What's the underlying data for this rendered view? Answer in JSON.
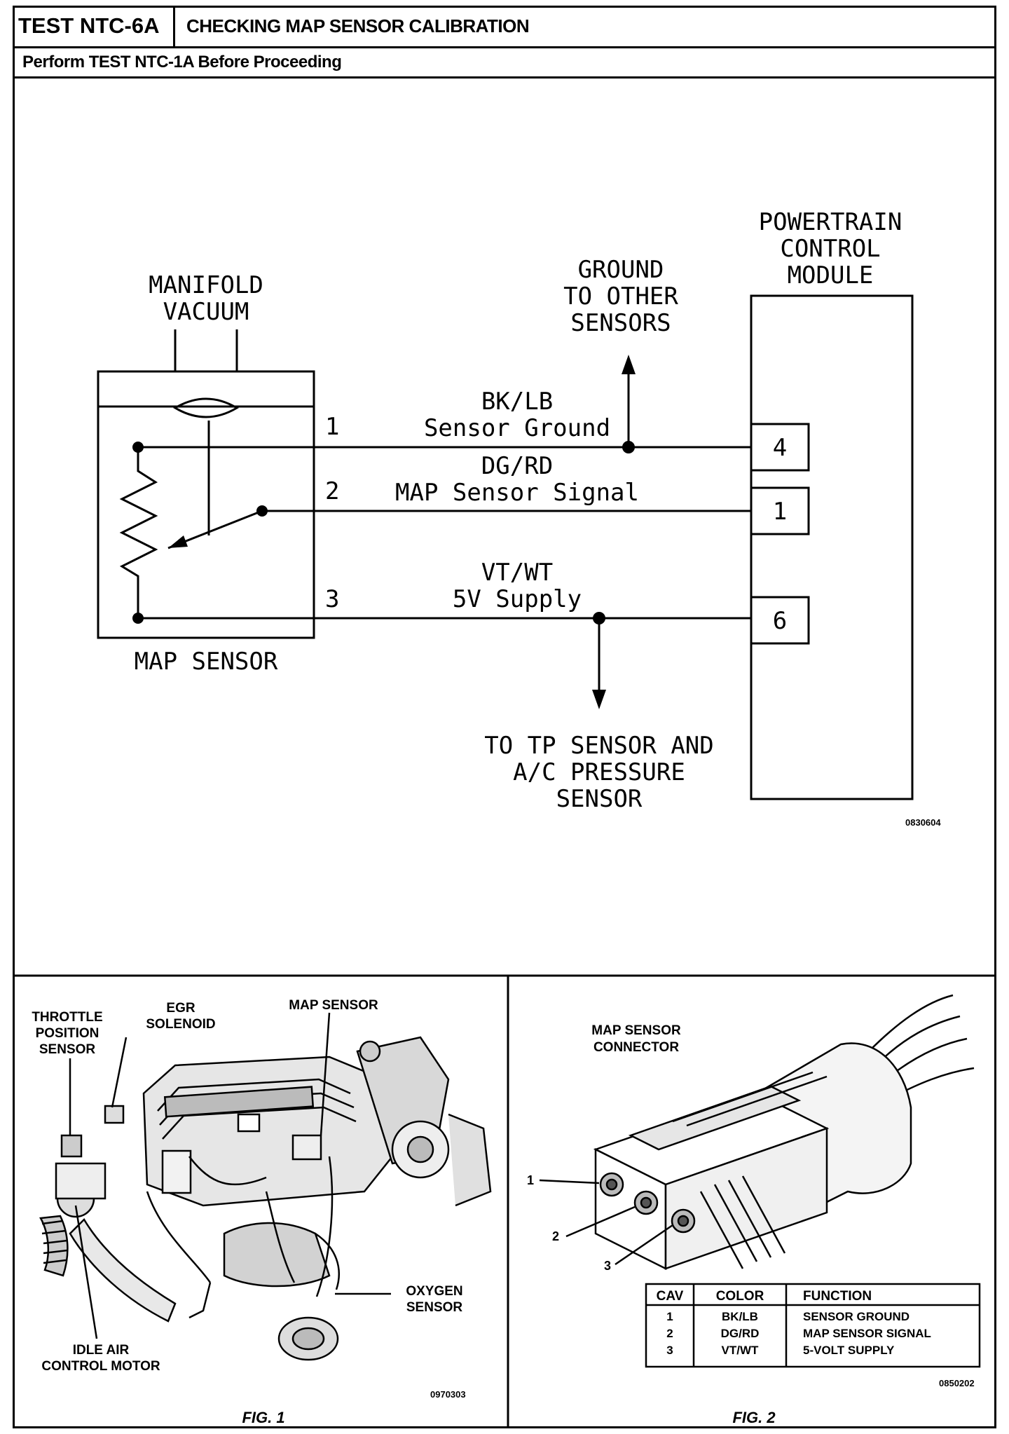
{
  "header": {
    "test_id": "TEST NTC-6A",
    "title": "CHECKING MAP SENSOR CALIBRATION",
    "prerequisite": "Perform TEST NTC-1A Before Proceeding"
  },
  "wiring_diagram": {
    "manifold_label": [
      "MANIFOLD",
      "VACUUM"
    ],
    "map_sensor_label": "MAP SENSOR",
    "module_label": [
      "POWERTRAIN",
      "CONTROL",
      "MODULE"
    ],
    "ground_label": [
      "GROUND",
      "TO OTHER",
      "SENSORS"
    ],
    "tp_label": [
      "TO TP SENSOR AND",
      "A/C PRESSURE",
      "SENSOR"
    ],
    "circuits": [
      {
        "sensor_pin": "1",
        "color_code": "BK/LB",
        "name": "Sensor Ground",
        "pcm_pin": "4"
      },
      {
        "sensor_pin": "2",
        "color_code": "DG/RD",
        "name": "MAP Sensor Signal",
        "pcm_pin": "1"
      },
      {
        "sensor_pin": "3",
        "color_code": "VT/WT",
        "name": "5V Supply",
        "pcm_pin": "6"
      }
    ],
    "figure_code": "0830604"
  },
  "fig1": {
    "caption": "FIG. 1",
    "figure_code": "0970303",
    "labels": {
      "throttle": [
        "THROTTLE",
        "POSITION",
        "SENSOR"
      ],
      "egr": [
        "EGR",
        "SOLENOID"
      ],
      "map": "MAP SENSOR",
      "oxygen": [
        "OXYGEN",
        "SENSOR"
      ],
      "iac": [
        "IDLE AIR",
        "CONTROL MOTOR"
      ]
    }
  },
  "fig2": {
    "caption": "FIG. 2",
    "figure_code": "0850202",
    "connector_label": [
      "MAP SENSOR",
      "CONNECTOR"
    ],
    "cavity_numbers": [
      "1",
      "2",
      "3"
    ],
    "table": {
      "headers": [
        "CAV",
        "COLOR",
        "FUNCTION"
      ],
      "rows": [
        [
          "1",
          "BK/LB",
          "SENSOR GROUND"
        ],
        [
          "2",
          "DG/RD",
          "MAP SENSOR SIGNAL"
        ],
        [
          "3",
          "VT/WT",
          "5-VOLT SUPPLY"
        ]
      ]
    }
  }
}
